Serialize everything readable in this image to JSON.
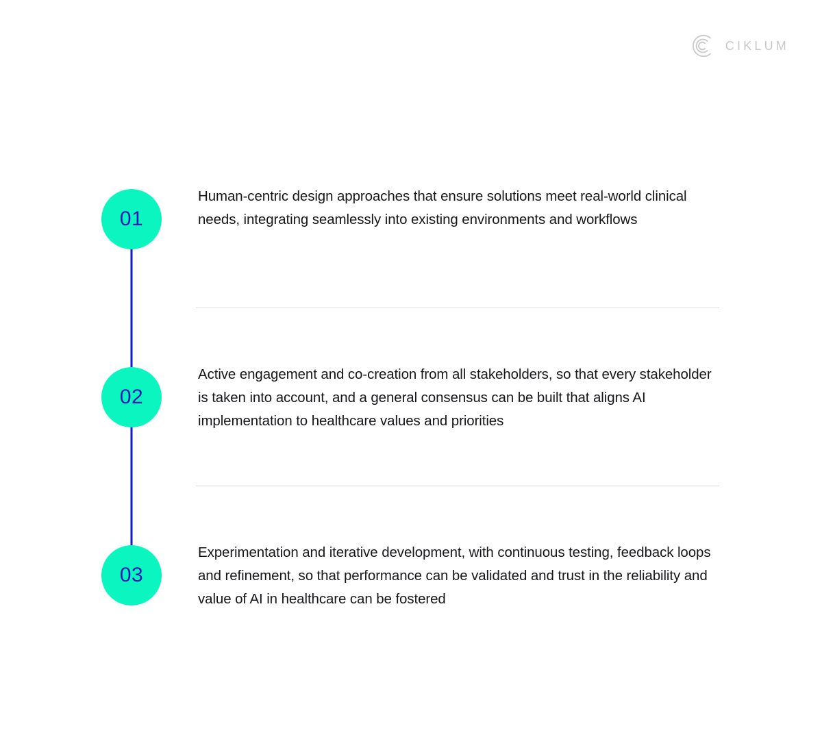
{
  "brand": {
    "name": "CIKLUM",
    "mark_icon": "ciklum-arcs-logo-icon",
    "mark_color": "#c9c9cc",
    "text_color": "#c9c9cc"
  },
  "theme": {
    "background": "#ffffff",
    "bullet_fill": "#0bf5c0",
    "bullet_text": "#1a1ab4",
    "connector_line": "#0f1fc0",
    "body_text": "#16171a",
    "divider": "#dcdcdc"
  },
  "timeline": {
    "steps": [
      {
        "number": "01",
        "text": "Human-centric design approaches that ensure solutions meet real-world clinical needs, integrating seamlessly into existing environments and workflows"
      },
      {
        "number": "02",
        "text": "Active engagement and co-creation from all stakeholders, so that every stakeholder is taken into account, and a general consensus can be built that aligns AI implementation to healthcare values and priorities"
      },
      {
        "number": "03",
        "text": "Experimentation and iterative development, with continuous testing, feedback loops and refinement, so that performance can be validated and trust in the reliability and value of AI in healthcare can be fostered"
      }
    ]
  }
}
